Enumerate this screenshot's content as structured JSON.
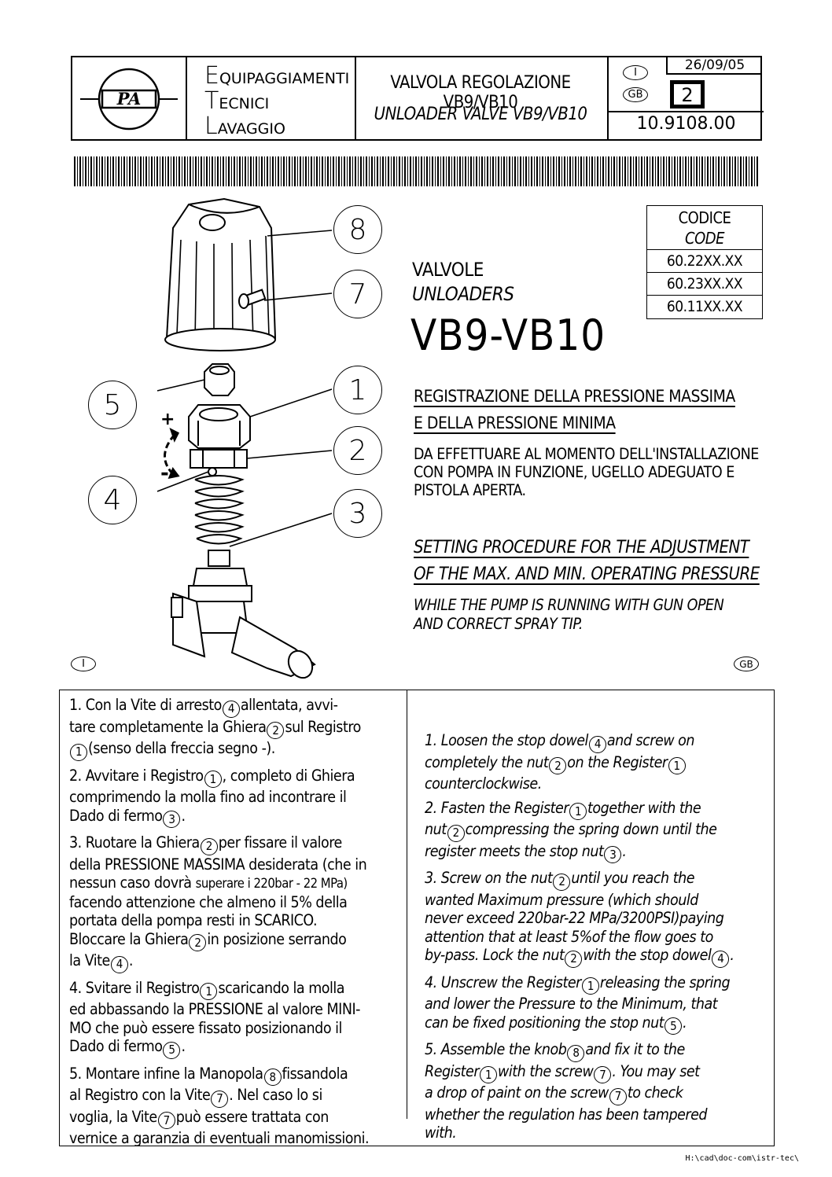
{
  "header": {
    "logo_text": "PA",
    "company": [
      {
        "initial": "E",
        "rest": "QUIPAGGIAMENTI"
      },
      {
        "initial": "T",
        "rest": "ECNICI"
      },
      {
        "initial": "L",
        "rest": "AVAGGIO"
      }
    ],
    "title_it": "VALVOLA REGOLAZIONE VB9/VB10",
    "title_gb": "UNLOADER VALVE VB9/VB10",
    "lang_it": "I",
    "lang_gb": "GB",
    "date": "26/09/05",
    "revision": "2",
    "doc_number": "10.9108.00"
  },
  "code_table": {
    "header_it": "CODICE",
    "header_gb": "CODE",
    "codes": [
      "60.22XX.XX",
      "60.23XX.XX",
      "60.11XX.XX"
    ]
  },
  "product": {
    "label_it": "VALVOLE",
    "label_gb": "UNLOADERS",
    "model": "VB9-VB10"
  },
  "section_it": {
    "title_line1": "REGISTRAZIONE DELLA PRESSIONE MASSIMA",
    "title_line2": "E DELLA PRESSIONE MINIMA",
    "body": [
      "DA EFFETTUARE AL MOMENTO DELL'INSTALLAZIONE",
      "CON POMPA IN FUNZIONE, UGELLO ADEGUATO E",
      "PISTOLA APERTA."
    ]
  },
  "section_gb": {
    "title_line1": "SETTING PROCEDURE FOR THE ADJUSTMENT",
    "title_line2": "OF THE MAX. AND MIN. OPERATING PRESSURE",
    "body": [
      "WHILE THE PUMP IS RUNNING WITH GUN OPEN",
      "AND CORRECT SPRAY TIP."
    ]
  },
  "callouts": [
    "8",
    "7",
    "5",
    "1",
    "2",
    "4",
    "3"
  ],
  "arrows": {
    "plus": "+",
    "minus": "-"
  },
  "lang_markers": {
    "it": "I",
    "gb": "GB"
  },
  "steps_it": {
    "s1": {
      "a": "1. Con la Vite di arresto",
      "n1": "4",
      "b": "allentata, avvi-",
      "c": "tare completamente la Ghiera",
      "n2": "2",
      "d": "sul Registro",
      "n3": "1",
      "e": "(senso della freccia segno -)."
    },
    "s2": {
      "a": "2. Avvitare i Registro",
      "n1": "1",
      "b": ", completo di Ghiera",
      "c": "comprimendo la molla fino ad incontrare il",
      "d": "Dado di fermo",
      "n2": "3",
      "e": "."
    },
    "s3": {
      "a": "3. Ruotare la Ghiera",
      "n1": "2",
      "b": "per fissare il valore",
      "c": "della PRESSIONE MASSIMA desiderata (che in",
      "d1": "nessun caso dovrà",
      "d2": "superare i 220bar - 22 MPa)",
      "e": "facendo attenzione che almeno il 5% della",
      "f": "portata della pompa resti in SCARICO.",
      "g": "Bloccare la Ghiera",
      "n2": "2",
      "h": "in posizione serrando",
      "i": "la Vite",
      "n3": "4",
      "j": "."
    },
    "s4": {
      "a": "4. Svitare il Registro",
      "n1": "1",
      "b": "scaricando la molla",
      "c": "ed abbassando la PRESSIONE al valore MINI-",
      "d": "MO che può essere fissato posizionando il",
      "e": "Dado di fermo",
      "n2": "5",
      "f": "."
    },
    "s5": {
      "a": "5. Montare infine la Manopola",
      "n1": "8",
      "b": "fissandola",
      "c": "al Registro con la Vite",
      "n2": "7",
      "d": ". Nel caso lo si",
      "e": "voglia, la Vite",
      "n3": "7",
      "f": "può essere trattata con",
      "g": "vernice a garanzia di eventuali manomissioni."
    }
  },
  "steps_gb": {
    "s1": {
      "a": "1. Loosen the stop dowel",
      "n1": "4",
      "b": "and screw on",
      "c": "completely the nut",
      "n2": "2",
      "d": "on the Register",
      "n3": "1",
      "e": "counterclockwise."
    },
    "s2": {
      "a": "2. Fasten the Register",
      "n1": "1",
      "b": "together with the",
      "c": "nut",
      "n2": "2",
      "d": "compressing the spring down until the",
      "e": "register meets the stop nut",
      "n3": "3",
      "f": "."
    },
    "s3": {
      "a": "3. Screw on the nut",
      "n1": "2",
      "b": "until you reach the",
      "c": "wanted Maximum pressure (which should",
      "d": "never exceed 220bar-22 MPa/3200PSI)paying",
      "e": "attention that at least 5%of the flow goes to",
      "f": "by-pass. Lock the nut",
      "n2": "2",
      "g": "with the stop dowel",
      "n3": "4",
      "h": "."
    },
    "s4": {
      "a": "4. Unscrew the Register",
      "n1": "1",
      "b": "releasing the spring",
      "c": "and lower the Pressure to the Minimum, that",
      "d": "can be fixed positioning the stop nut",
      "n2": "5",
      "e": "."
    },
    "s5": {
      "a": "5. Assemble the knob",
      "n1": "8",
      "b": "and fix it to the",
      "c": "Register",
      "n2": "1",
      "d": "with the screw",
      "n3": "7",
      "e": ". You may set",
      "f": "a drop of paint on the screw",
      "n4": "7",
      "g": "to check",
      "h": "whether the regulation has been tampered",
      "i": "with."
    }
  },
  "footer_path": "H:\\cad\\doc-com\\istr-tec\\"
}
